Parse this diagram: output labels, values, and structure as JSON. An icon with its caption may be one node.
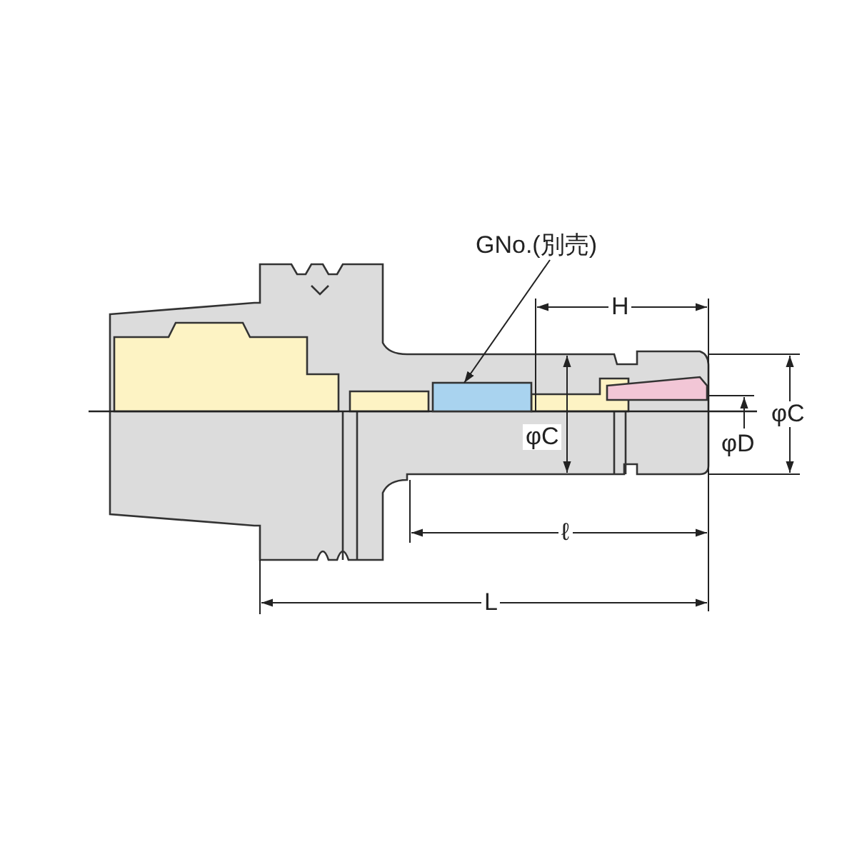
{
  "diagram": {
    "nodes": [
      {
        "text": [
          "GNo.(別売)"
        ]
      },
      {
        "text": [],
        "shape": "box"
      }
    ],
    "edges": [
      {
        "from": 0,
        "to": 1,
        "arrow": "to"
      }
    ],
    "labels": [
      "H",
      "φC",
      "φC",
      "φD",
      "ℓ",
      "L"
    ]
  }
}
